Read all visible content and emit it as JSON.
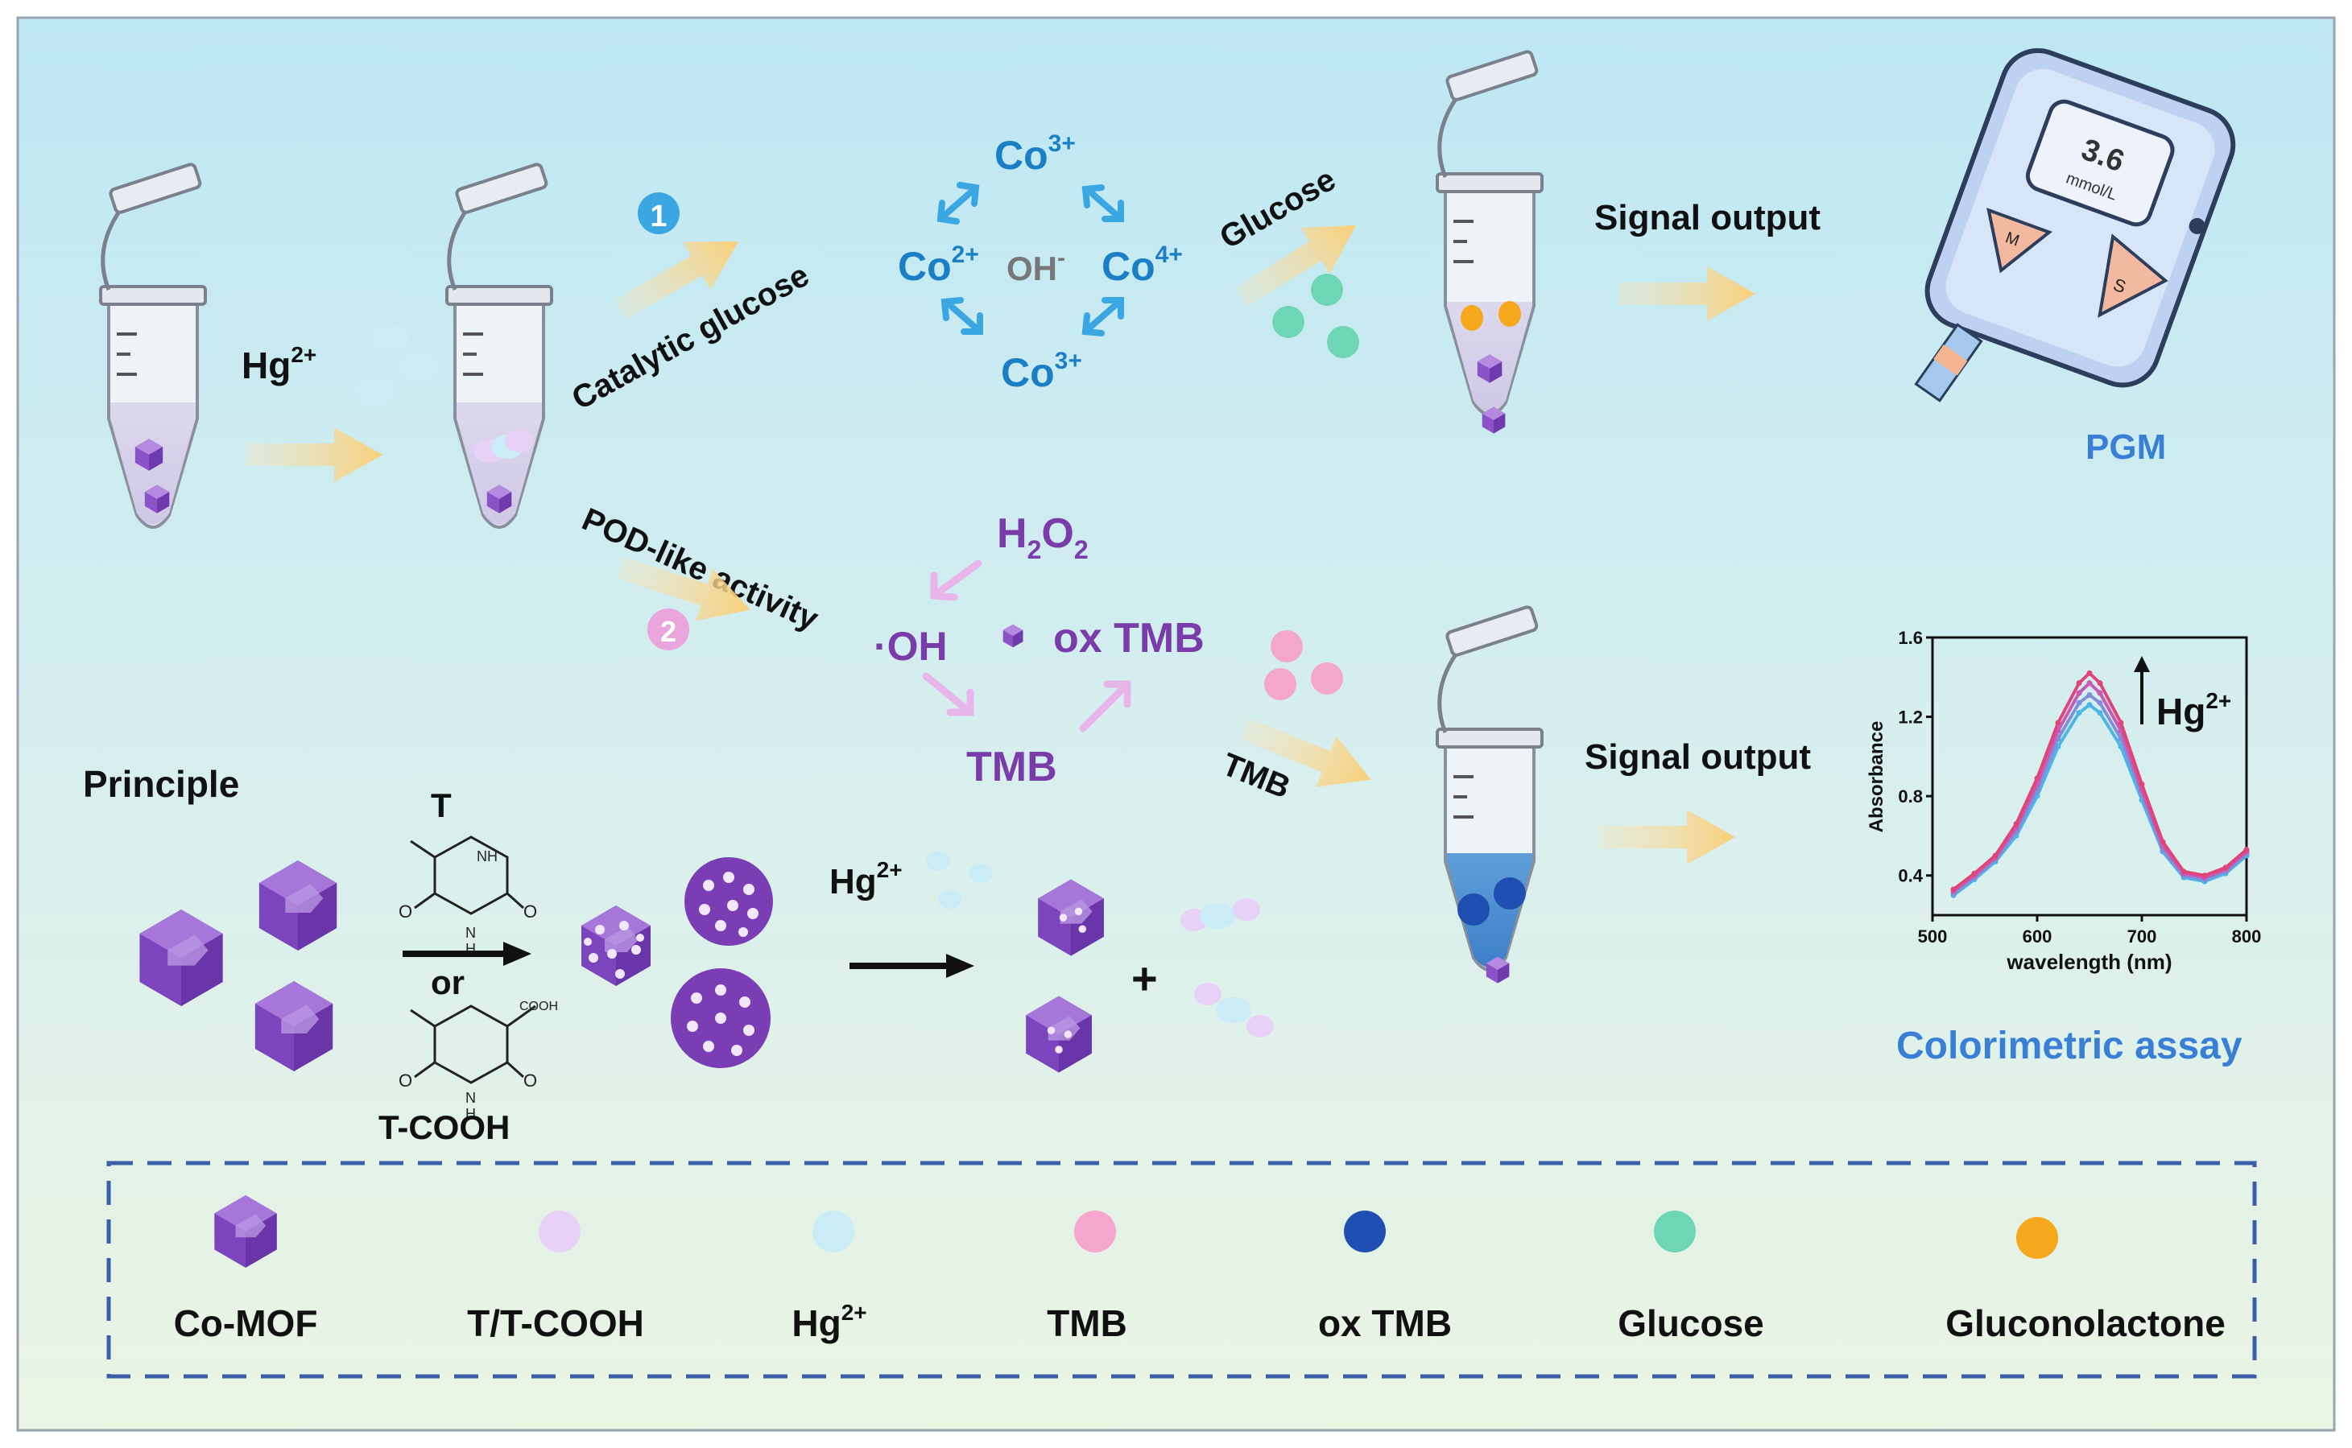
{
  "colors": {
    "bg_top": "#bfe8f3",
    "bg_bottom": "#e8f3e4",
    "cobalt": "#1a7fc4",
    "purple": "#7a3ca8",
    "mof": "#8a4fc4",
    "arrow": "#f9d48a",
    "blue_title": "#3a7fd6",
    "dashed_box": "#3b5ea8",
    "t_tcooh": "#e7d1f6",
    "hg": "#c9ecf7",
    "tmb": "#f4a6cc",
    "oxtmb": "#1f4fb0",
    "glucose": "#6fd6b5",
    "gluconolactone": "#f5a81c"
  },
  "top": {
    "hg_label": "Hg",
    "hg_charge": "2+",
    "path1_number": "1",
    "path1_label": "Catalytic glucose",
    "co_top": "Co",
    "co_top_charge": "3+",
    "co_left": "Co",
    "co_left_charge": "2+",
    "oh_center": "OH",
    "oh_center_charge": "-",
    "co_right": "Co",
    "co_right_charge": "4+",
    "co_bottom": "Co",
    "co_bottom_charge": "3+",
    "glucose_label": "Glucose",
    "signal_output_1": "Signal output",
    "pgm_reading": "3.6",
    "pgm_unit": "mmol/L",
    "pgm_btn_m": "M",
    "pgm_btn_s": "S",
    "pgm_label": "PGM"
  },
  "middle": {
    "path2_number": "2",
    "path2_label": "POD-like activity",
    "h2o2_h": "H",
    "h2o2_sub1": "2",
    "h2o2_o": "O",
    "h2o2_sub2": "2",
    "oh_radical": "·OH",
    "ox_tmb": "ox TMB",
    "tmb": "TMB",
    "tmb_arrow_label": "TMB",
    "signal_output_2": "Signal output",
    "colorimetric_label": "Colorimetric assay"
  },
  "principle": {
    "title": "Principle",
    "t_label": "T",
    "or_label": "or",
    "tcooh_label": "T-COOH",
    "hg_label": "Hg",
    "hg_charge": "2+",
    "plus": "+",
    "nh_1": "NH",
    "nh_2": "N",
    "h_label": "H",
    "o_label": "O",
    "cooh_small": "COOH"
  },
  "legend": {
    "items": [
      {
        "label": "Co-MOF",
        "sup": ""
      },
      {
        "label": "T/T-COOH",
        "sup": ""
      },
      {
        "label": "Hg",
        "sup": "2+"
      },
      {
        "label": "TMB",
        "sup": ""
      },
      {
        "label": "ox TMB",
        "sup": ""
      },
      {
        "label": "Glucose",
        "sup": ""
      },
      {
        "label": "Gluconolactone",
        "sup": ""
      }
    ]
  },
  "chart_data": {
    "type": "line",
    "xlabel": "wavelength (nm)",
    "ylabel": "Absorbance",
    "xlim": [
      500,
      800
    ],
    "ylim": [
      0.2,
      1.6
    ],
    "x_ticks": [
      "500",
      "600",
      "700",
      "800"
    ],
    "y_ticks": [
      "0.4",
      "0.8",
      "1.2",
      "1.6"
    ],
    "annotation": "Hg",
    "annotation_sup": "2+",
    "x": [
      520,
      540,
      560,
      580,
      600,
      620,
      640,
      650,
      660,
      680,
      700,
      720,
      740,
      760,
      780,
      800
    ],
    "series": [
      {
        "color": "#4db6e6",
        "values": [
          0.3,
          0.38,
          0.47,
          0.6,
          0.8,
          1.05,
          1.22,
          1.26,
          1.22,
          1.05,
          0.78,
          0.52,
          0.39,
          0.37,
          0.41,
          0.5
        ]
      },
      {
        "color": "#7f8fd8",
        "values": [
          0.31,
          0.39,
          0.48,
          0.62,
          0.83,
          1.09,
          1.27,
          1.31,
          1.27,
          1.09,
          0.81,
          0.53,
          0.4,
          0.38,
          0.42,
          0.51
        ]
      },
      {
        "color": "#c45bb6",
        "values": [
          0.32,
          0.4,
          0.49,
          0.64,
          0.86,
          1.13,
          1.32,
          1.37,
          1.32,
          1.13,
          0.83,
          0.55,
          0.41,
          0.39,
          0.43,
          0.52
        ]
      },
      {
        "color": "#e0457a",
        "values": [
          0.33,
          0.41,
          0.5,
          0.66,
          0.89,
          1.17,
          1.37,
          1.42,
          1.37,
          1.17,
          0.86,
          0.57,
          0.42,
          0.4,
          0.44,
          0.53
        ]
      }
    ]
  }
}
